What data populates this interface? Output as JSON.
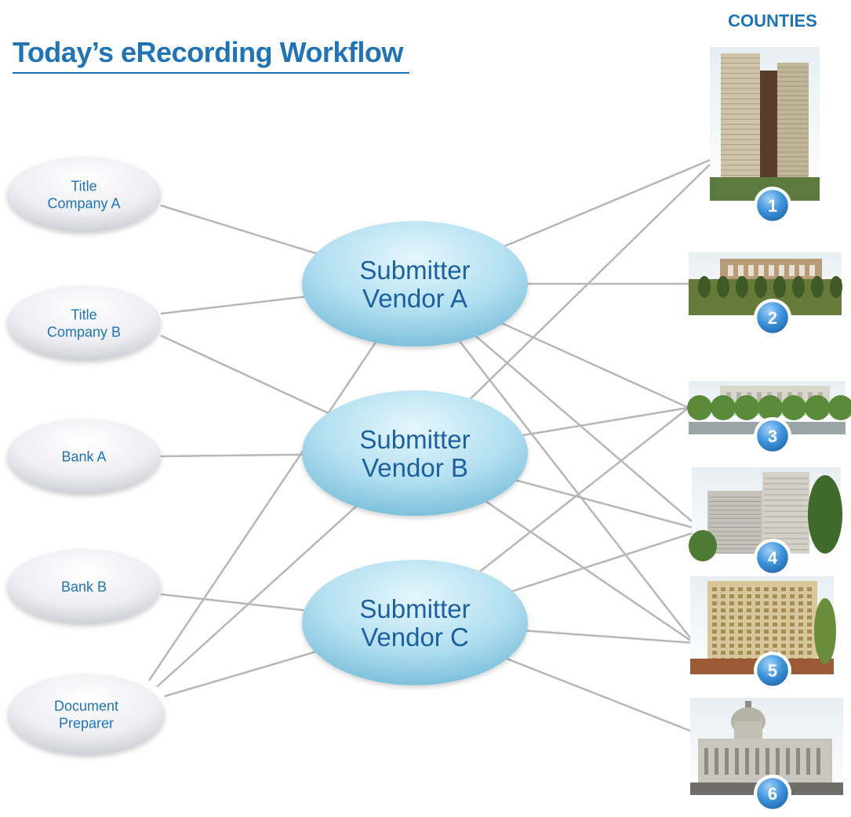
{
  "title": "Today’s eRecording Workflow",
  "counties_heading": "COUNTIES",
  "sources": [
    {
      "id": "title-company-a",
      "lines": [
        "Title",
        "Company A"
      ]
    },
    {
      "id": "title-company-b",
      "lines": [
        "Title",
        "Company B"
      ]
    },
    {
      "id": "bank-a",
      "lines": [
        "Bank A"
      ]
    },
    {
      "id": "bank-b",
      "lines": [
        "Bank B"
      ]
    },
    {
      "id": "document-preparer",
      "lines": [
        "Document",
        "Preparer"
      ]
    }
  ],
  "vendors": [
    {
      "id": "submitter-vendor-a",
      "lines": [
        "Submitter",
        "Vendor A"
      ]
    },
    {
      "id": "submitter-vendor-b",
      "lines": [
        "Submitter",
        "Vendor B"
      ]
    },
    {
      "id": "submitter-vendor-c",
      "lines": [
        "Submitter",
        "Vendor C"
      ]
    }
  ],
  "counties": [
    {
      "id": "county-1",
      "number": "1"
    },
    {
      "id": "county-2",
      "number": "2"
    },
    {
      "id": "county-3",
      "number": "3"
    },
    {
      "id": "county-4",
      "number": "4"
    },
    {
      "id": "county-5",
      "number": "5"
    },
    {
      "id": "county-6",
      "number": "6"
    }
  ],
  "source_links": [
    [
      "title-company-a",
      "submitter-vendor-a"
    ],
    [
      "title-company-b",
      "submitter-vendor-a"
    ],
    [
      "title-company-b",
      "submitter-vendor-b"
    ],
    [
      "bank-a",
      "submitter-vendor-b"
    ],
    [
      "bank-b",
      "submitter-vendor-c"
    ],
    [
      "document-preparer",
      "submitter-vendor-a"
    ],
    [
      "document-preparer",
      "submitter-vendor-b"
    ],
    [
      "document-preparer",
      "submitter-vendor-c"
    ]
  ],
  "vendor_links": [
    [
      "submitter-vendor-a",
      "county-1"
    ],
    [
      "submitter-vendor-a",
      "county-2"
    ],
    [
      "submitter-vendor-a",
      "county-3"
    ],
    [
      "submitter-vendor-a",
      "county-4"
    ],
    [
      "submitter-vendor-a",
      "county-5"
    ],
    [
      "submitter-vendor-b",
      "county-1"
    ],
    [
      "submitter-vendor-b",
      "county-3"
    ],
    [
      "submitter-vendor-b",
      "county-4"
    ],
    [
      "submitter-vendor-b",
      "county-5"
    ],
    [
      "submitter-vendor-c",
      "county-3"
    ],
    [
      "submitter-vendor-c",
      "county-4"
    ],
    [
      "submitter-vendor-c",
      "county-5"
    ],
    [
      "submitter-vendor-c",
      "county-6"
    ]
  ],
  "colors": {
    "accent_blue": "#1f74b8",
    "connector_gray": "#b7b7b7",
    "vendor_fill": "#a9d9ec",
    "source_fill": "#e8e8ee",
    "badge_blue": "#3a8fd6"
  }
}
